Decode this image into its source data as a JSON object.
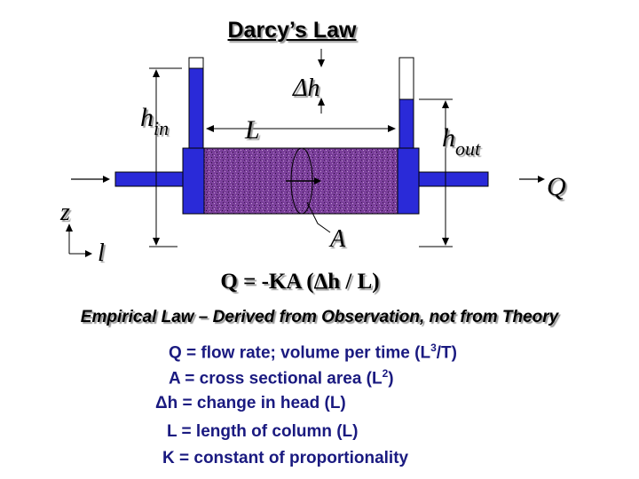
{
  "title": "Darcy’s Law",
  "labels": {
    "delta_h": "Δh",
    "h_in_base": "h",
    "h_in_sub": "in",
    "h_out_base": "h",
    "h_out_sub": "out",
    "L": "L",
    "Q": "Q",
    "z": "z",
    "l": "l",
    "A": "A"
  },
  "equation": "Q = -KA (Δh / L)",
  "empirical": "Empirical Law – Derived from Observation, not from Theory",
  "definitions": {
    "q_pre": "Q = flow rate; volume per time (L",
    "q_sup": "3",
    "q_post": "/T)",
    "a_pre": "A = cross sectional area (L",
    "a_sup": "2",
    "a_post": ")",
    "dh": "Δh = change in head (L)",
    "l": "L = length of column (L)",
    "k": "K = constant of proportionality"
  },
  "colors": {
    "blue": "#2a2ad8",
    "column_fill": "#7a3f9a",
    "text_dark_blue": "#1a1a80"
  }
}
